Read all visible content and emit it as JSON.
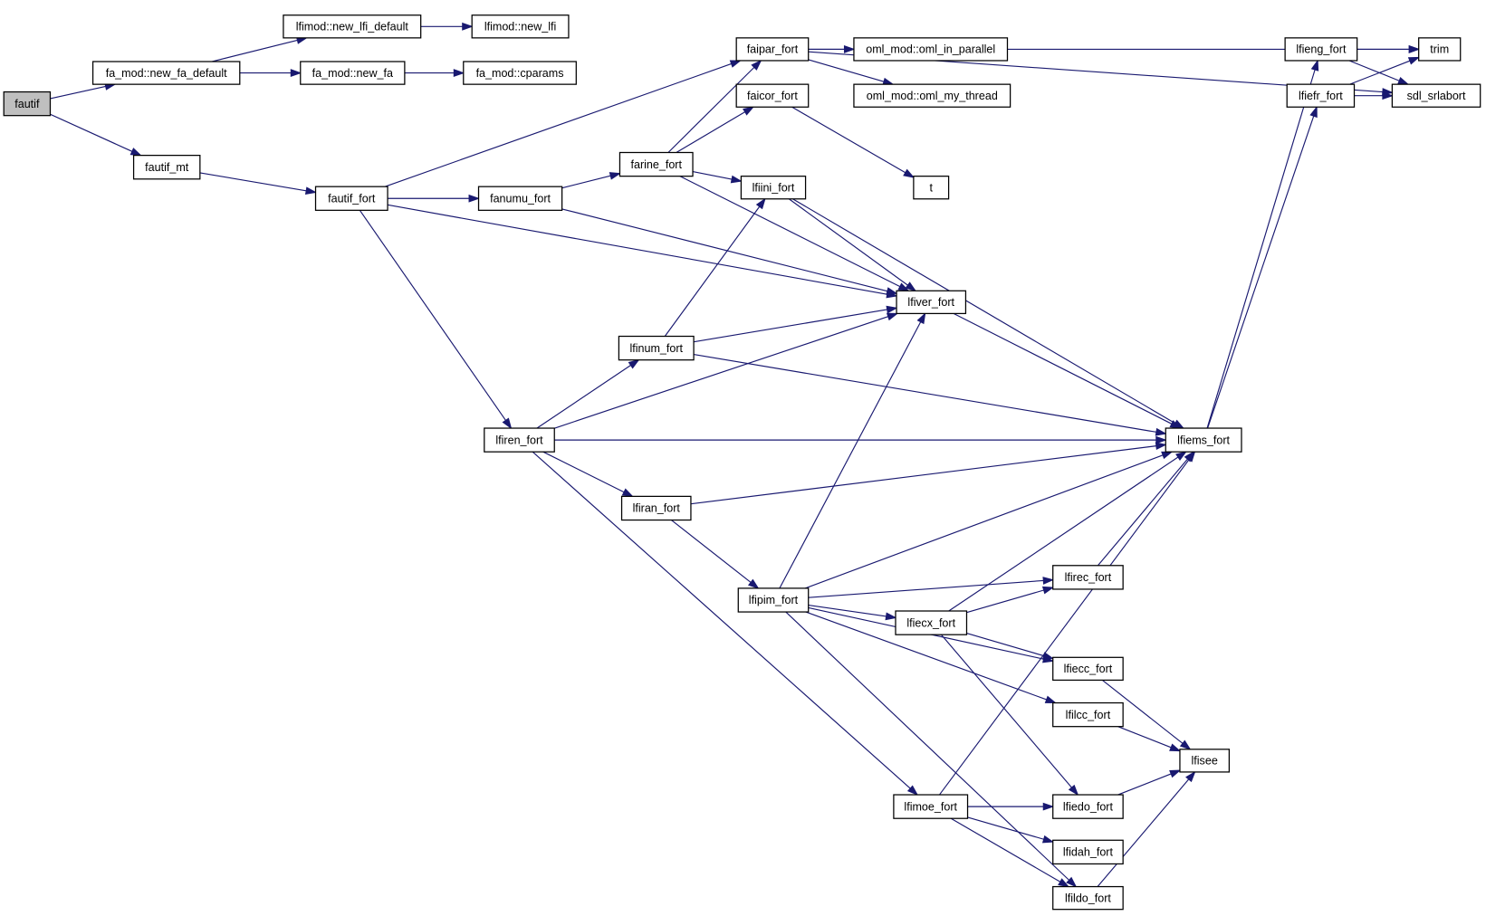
{
  "diagram": {
    "type": "call-graph",
    "root": "fautif",
    "colors": {
      "edge": "#191970",
      "root_fill": "#bfbfbf",
      "node_fill": "#ffffff",
      "node_border": "#000000"
    },
    "nodes": [
      {
        "id": "fautif",
        "label": "fautif"
      },
      {
        "id": "new_fa_default",
        "label": "fa_mod::new_fa_default"
      },
      {
        "id": "new_lfi_default",
        "label": "lfimod::new_lfi_default"
      },
      {
        "id": "new_lfi",
        "label": "lfimod::new_lfi"
      },
      {
        "id": "new_fa",
        "label": "fa_mod::new_fa"
      },
      {
        "id": "cparams",
        "label": "fa_mod::cparams"
      },
      {
        "id": "fautif_mt",
        "label": "fautif_mt"
      },
      {
        "id": "fautif_fort",
        "label": "fautif_fort"
      },
      {
        "id": "fanumu_fort",
        "label": "fanumu_fort"
      },
      {
        "id": "faipar_fort",
        "label": "faipar_fort"
      },
      {
        "id": "faicor_fort",
        "label": "faicor_fort"
      },
      {
        "id": "farine_fort",
        "label": "farine_fort"
      },
      {
        "id": "oml_in_parallel",
        "label": "oml_mod::oml_in_parallel"
      },
      {
        "id": "oml_my_thread",
        "label": "oml_mod::oml_my_thread"
      },
      {
        "id": "t",
        "label": "t"
      },
      {
        "id": "lfiini_fort",
        "label": "lfiini_fort"
      },
      {
        "id": "lfiver_fort",
        "label": "lfiver_fort"
      },
      {
        "id": "lfinum_fort",
        "label": "lfinum_fort"
      },
      {
        "id": "lfiren_fort",
        "label": "lfiren_fort"
      },
      {
        "id": "lfiems_fort",
        "label": "lfiems_fort"
      },
      {
        "id": "lfiran_fort",
        "label": "lfiran_fort"
      },
      {
        "id": "lfipim_fort",
        "label": "lfipim_fort"
      },
      {
        "id": "lfirec_fort",
        "label": "lfirec_fort"
      },
      {
        "id": "lfiecx_fort",
        "label": "lfiecx_fort"
      },
      {
        "id": "lfiecc_fort",
        "label": "lfiecc_fort"
      },
      {
        "id": "lfilcc_fort",
        "label": "lfilcc_fort"
      },
      {
        "id": "lfisee",
        "label": "lfisee"
      },
      {
        "id": "lfimoe_fort",
        "label": "lfimoe_fort"
      },
      {
        "id": "lfiedo_fort",
        "label": "lfiedo_fort"
      },
      {
        "id": "lfidah_fort",
        "label": "lfidah_fort"
      },
      {
        "id": "lfildo_fort",
        "label": "lfildo_fort"
      },
      {
        "id": "lfieng_fort",
        "label": "lfieng_fort"
      },
      {
        "id": "lfiefr_fort",
        "label": "lfiefr_fort"
      },
      {
        "id": "trim",
        "label": "trim"
      },
      {
        "id": "sdl_srlabort",
        "label": "sdl_srlabort"
      }
    ],
    "edges": [
      [
        "fautif",
        "new_fa_default"
      ],
      [
        "fautif",
        "fautif_mt"
      ],
      [
        "new_fa_default",
        "new_lfi_default"
      ],
      [
        "new_fa_default",
        "new_fa"
      ],
      [
        "new_lfi_default",
        "new_lfi"
      ],
      [
        "new_fa",
        "cparams"
      ],
      [
        "fautif_mt",
        "fautif_fort"
      ],
      [
        "fautif_fort",
        "faipar_fort"
      ],
      [
        "fautif_fort",
        "fanumu_fort"
      ],
      [
        "fautif_fort",
        "lfiver_fort"
      ],
      [
        "fautif_fort",
        "lfiren_fort"
      ],
      [
        "fanumu_fort",
        "farine_fort"
      ],
      [
        "fanumu_fort",
        "lfiver_fort"
      ],
      [
        "farine_fort",
        "faipar_fort"
      ],
      [
        "farine_fort",
        "faicor_fort"
      ],
      [
        "farine_fort",
        "lfiini_fort"
      ],
      [
        "farine_fort",
        "lfiver_fort"
      ],
      [
        "faipar_fort",
        "oml_in_parallel"
      ],
      [
        "faipar_fort",
        "oml_my_thread"
      ],
      [
        "faipar_fort",
        "trim"
      ],
      [
        "faipar_fort",
        "sdl_srlabort"
      ],
      [
        "faicor_fort",
        "t"
      ],
      [
        "lfiini_fort",
        "lfiver_fort"
      ],
      [
        "lfiini_fort",
        "lfiems_fort"
      ],
      [
        "lfiver_fort",
        "lfiems_fort"
      ],
      [
        "lfinum_fort",
        "lfiini_fort"
      ],
      [
        "lfinum_fort",
        "lfiver_fort"
      ],
      [
        "lfinum_fort",
        "lfiems_fort"
      ],
      [
        "lfiren_fort",
        "lfinum_fort"
      ],
      [
        "lfiren_fort",
        "lfiver_fort"
      ],
      [
        "lfiren_fort",
        "lfiems_fort"
      ],
      [
        "lfiren_fort",
        "lfiran_fort"
      ],
      [
        "lfiren_fort",
        "lfimoe_fort"
      ],
      [
        "lfiran_fort",
        "lfiems_fort"
      ],
      [
        "lfiran_fort",
        "lfipim_fort"
      ],
      [
        "lfipim_fort",
        "lfiver_fort"
      ],
      [
        "lfipim_fort",
        "lfiems_fort"
      ],
      [
        "lfipim_fort",
        "lfirec_fort"
      ],
      [
        "lfipim_fort",
        "lfiecx_fort"
      ],
      [
        "lfipim_fort",
        "lfiecc_fort"
      ],
      [
        "lfipim_fort",
        "lfilcc_fort"
      ],
      [
        "lfipim_fort",
        "lfildo_fort"
      ],
      [
        "lfiecx_fort",
        "lfirec_fort"
      ],
      [
        "lfiecx_fort",
        "lfiems_fort"
      ],
      [
        "lfiecx_fort",
        "lfiecc_fort"
      ],
      [
        "lfiecx_fort",
        "lfiedo_fort"
      ],
      [
        "lfirec_fort",
        "lfiems_fort"
      ],
      [
        "lfiecc_fort",
        "lfisee"
      ],
      [
        "lfilcc_fort",
        "lfisee"
      ],
      [
        "lfimoe_fort",
        "lfiems_fort"
      ],
      [
        "lfimoe_fort",
        "lfiedo_fort"
      ],
      [
        "lfimoe_fort",
        "lfidah_fort"
      ],
      [
        "lfimoe_fort",
        "lfildo_fort"
      ],
      [
        "lfiedo_fort",
        "lfisee"
      ],
      [
        "lfildo_fort",
        "lfisee"
      ],
      [
        "lfiems_fort",
        "lfieng_fort"
      ],
      [
        "lfiems_fort",
        "lfiefr_fort"
      ],
      [
        "lfieng_fort",
        "trim"
      ],
      [
        "lfieng_fort",
        "sdl_srlabort"
      ],
      [
        "lfiefr_fort",
        "trim"
      ],
      [
        "lfiefr_fort",
        "sdl_srlabort"
      ]
    ]
  }
}
